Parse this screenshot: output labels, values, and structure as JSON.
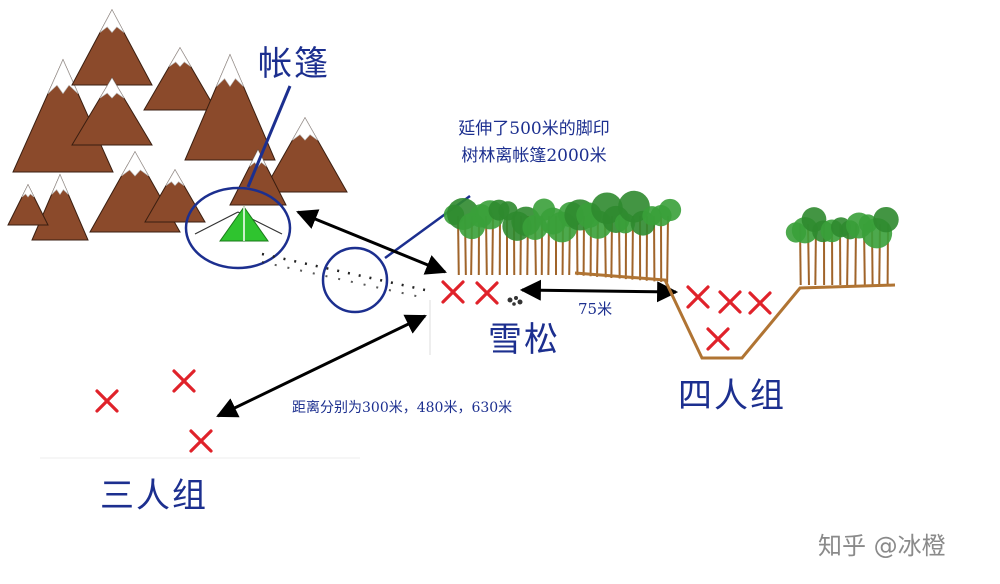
{
  "labels": {
    "tent": "帐篷",
    "footprint_line1": "延伸了500米的脚印",
    "footprint_line2": "树林离帐篷2000米",
    "cedar": "雪松",
    "distance_75": "75米",
    "group_four": "四人组",
    "distances_three": "距离分别为300米，480米，630米",
    "group_three": "三人组",
    "watermark": "知乎 @冰橙"
  },
  "colors": {
    "label_blue": "#1c2f8f",
    "marker_red": "#e0222a",
    "mountain_brown": "#8b4a2b",
    "tent_green": "#2fc42f",
    "tree_green": "#2f8a2f",
    "trunk_brown": "#a0642a",
    "ground_brown": "#b07433"
  }
}
